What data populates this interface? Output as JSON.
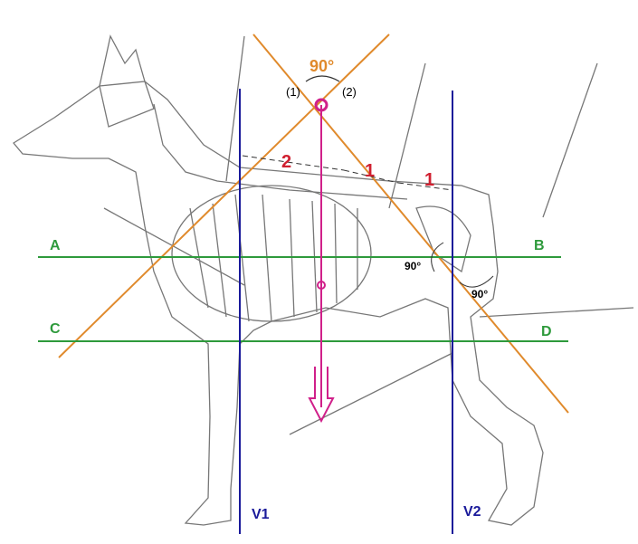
{
  "labels": {
    "angle_top": "90°",
    "line1": "(1)",
    "line2": "(2)",
    "ratio_front": "2",
    "ratio_mid": "1",
    "ratio_back": "1",
    "A": "A",
    "B": "B",
    "C": "C",
    "D": "D",
    "angle_hip": "90°",
    "angle_stifle": "90°",
    "V1": "V1",
    "V2": "V2"
  },
  "colors": {
    "orange": "#e08a2c",
    "green": "#2e9a3c",
    "blue": "#1a1a9a",
    "magenta": "#d0208a",
    "red": "#d02030"
  }
}
